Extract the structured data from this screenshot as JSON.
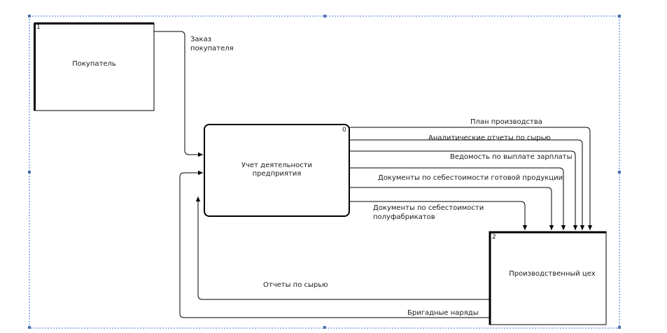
{
  "nodes": {
    "buyer": {
      "number": "1",
      "name": "Покупатель"
    },
    "process": {
      "number": "0",
      "name_line1": "Учет деятельности",
      "name_line2": "предприятия"
    },
    "workshop": {
      "number": "2",
      "name": "Производственный цех"
    }
  },
  "flows": {
    "order_line1": "Заказ",
    "order_line2": "покупателя",
    "plan": "План производства",
    "analytic": "Аналитические отчеты по сырью",
    "salary": "Ведомость по выплате зарплаты",
    "docs_finished": "Документы по себестоимости готовой продукции",
    "docs_semi_line1": "Документы по себестоимости",
    "docs_semi_line2": "полуфабрикатов",
    "raw_reports": "Отчеты по сырью",
    "brigade": "Бригадные наряды"
  },
  "colors": {
    "frame": "#3a6fd8",
    "line": "#000000",
    "handle": "#4a6fb0"
  }
}
